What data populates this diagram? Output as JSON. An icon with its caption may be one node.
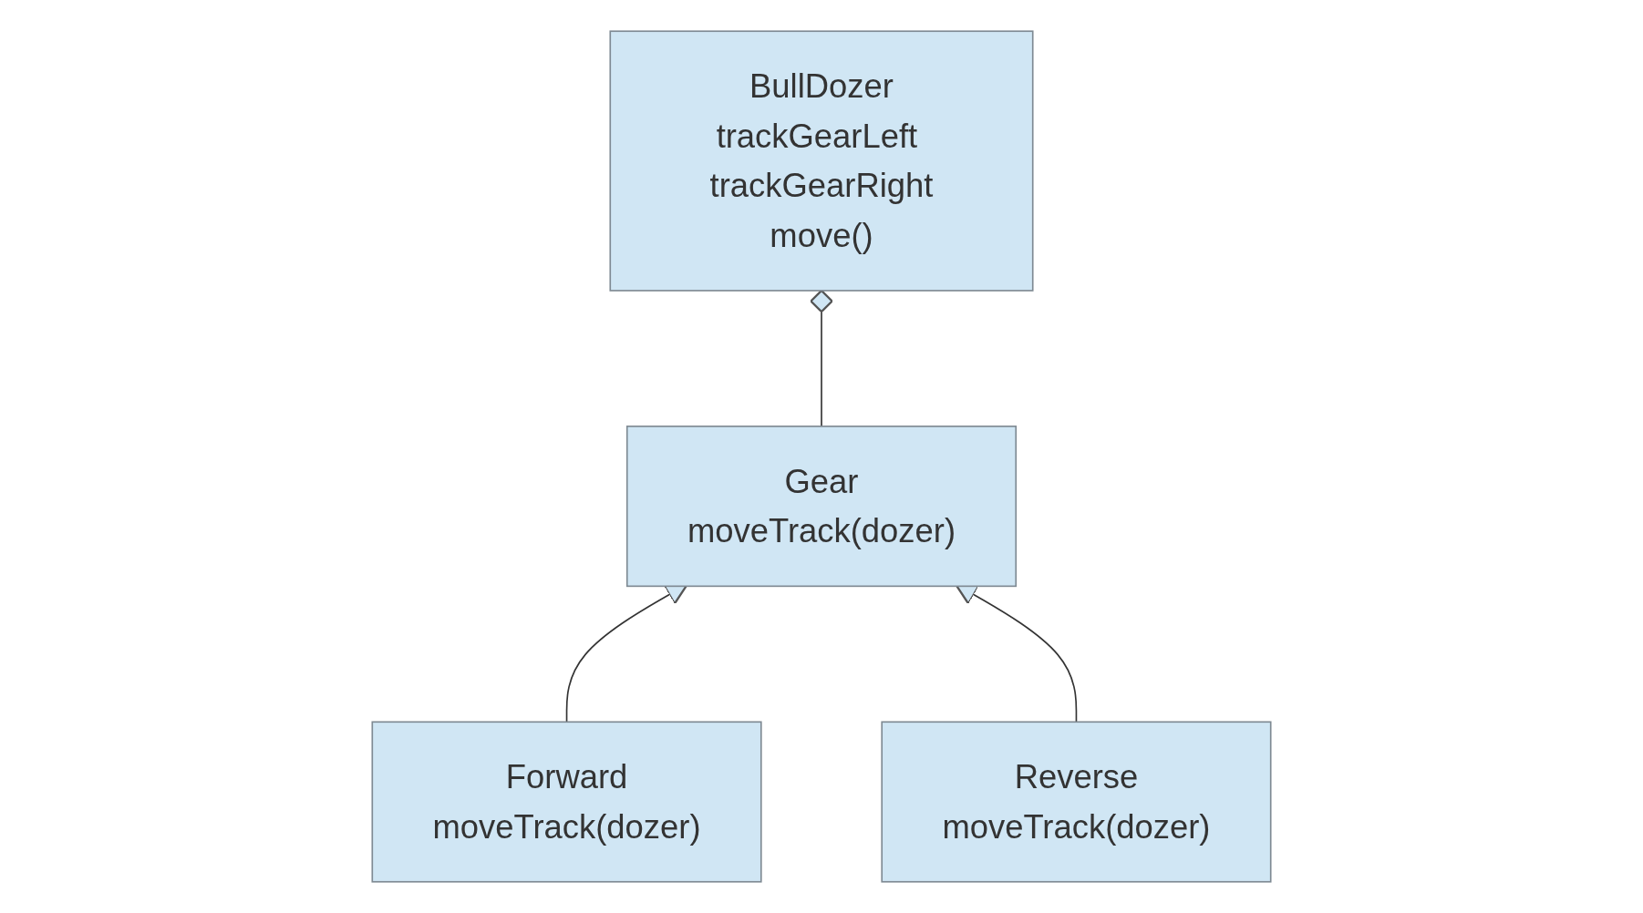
{
  "diagram": {
    "nodes": [
      {
        "text": [
          "BullDozer",
          "trackGearLeft trackGearRight",
          "move()"
        ]
      },
      {
        "text": [
          "Gear",
          "moveTrack(dozer)"
        ]
      },
      {
        "text": [
          "Forward",
          "moveTrack(dozer)"
        ]
      },
      {
        "text": [
          "Reverse",
          "moveTrack(dozer)"
        ]
      }
    ],
    "edges": [
      {
        "from": 1,
        "to": 0,
        "arrow": "other"
      },
      {
        "from": 2,
        "to": 1,
        "arrow": "to"
      },
      {
        "from": 3,
        "to": 1,
        "arrow": "to"
      }
    ]
  }
}
